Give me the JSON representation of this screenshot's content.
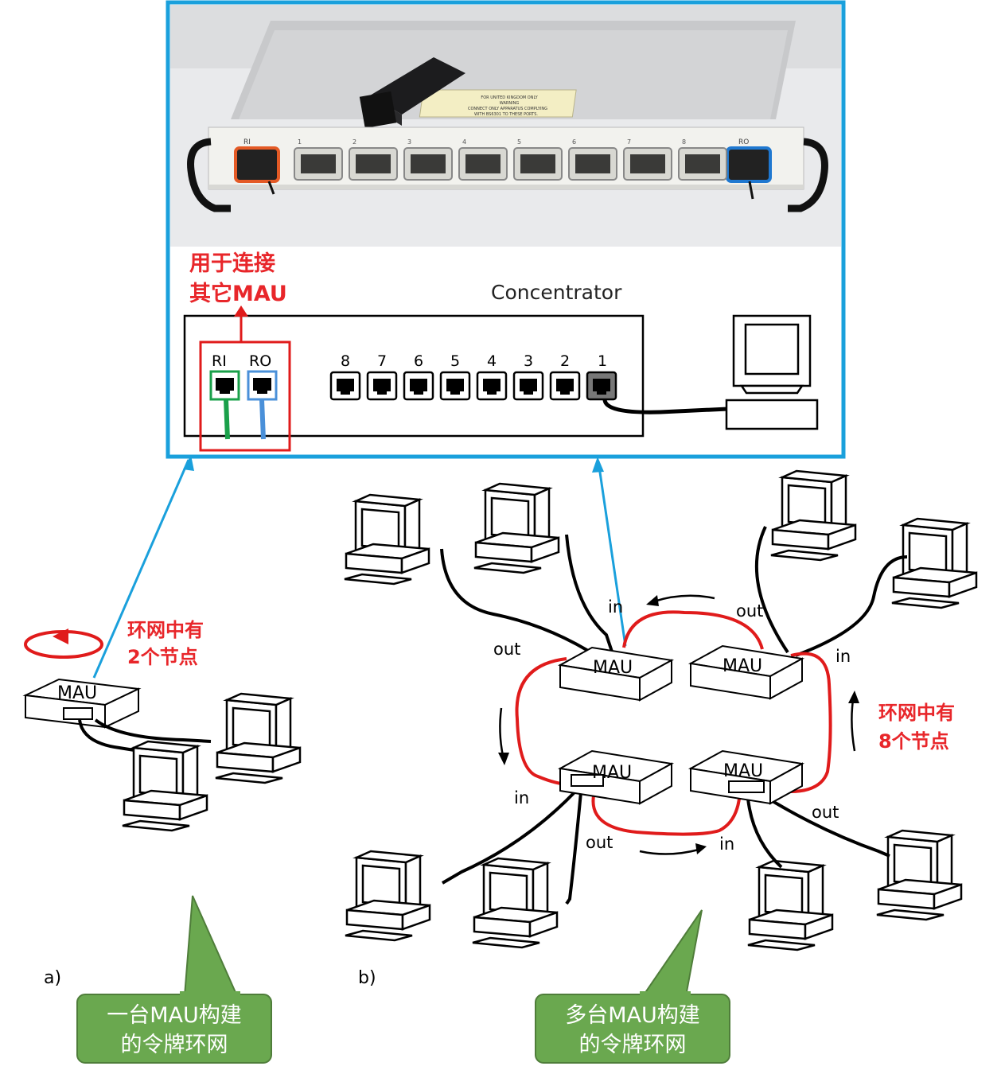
{
  "photo": {
    "label_ri": "RI",
    "label_ro": "RO",
    "warning_line1": "FOR UNITED KINGDOM ONLY",
    "warning_line2": "WARNING",
    "warning_line3": "CONNECT ONLY APPARATUS COMPLYING",
    "warning_line4": "WITH BS6301 TO THESE PORTS.",
    "port_numbers": [
      "1",
      "2",
      "3",
      "4",
      "5",
      "6",
      "7",
      "8"
    ]
  },
  "concentrator": {
    "title": "Concentrator",
    "note_line1": "用于连接",
    "note_line2": "其它MAU",
    "ri": "RI",
    "ro": "RO",
    "ports": [
      "8",
      "7",
      "6",
      "5",
      "4",
      "3",
      "2",
      "1"
    ]
  },
  "diagram_a": {
    "mau": "MAU",
    "note_line1": "环网中有",
    "note_line2": "2个节点",
    "caption": "a)",
    "callout_line1": "一台MAU构建",
    "callout_line2": "的令牌环网"
  },
  "diagram_b": {
    "mau_top_left": "MAU",
    "mau_top_right": "MAU",
    "mau_bottom_left": "MAU",
    "mau_bottom_right": "MAU",
    "in_top": "in",
    "out_top": "out",
    "out_left": "out",
    "in_right": "in",
    "in_left": "in",
    "out_right": "out",
    "out_bottom": "out",
    "in_bottom": "in",
    "note_line1": "环网中有",
    "note_line2": "8个节点",
    "caption": "b)",
    "callout_line1": "多台MAU构建",
    "callout_line2": "的令牌环网"
  },
  "colors": {
    "frame_blue": "#1aa0dc",
    "ring_red": "#e01b1b",
    "callout_green": "#6aa84f",
    "ri_green": "#1aa04a",
    "ro_blue": "#4a90d9"
  }
}
